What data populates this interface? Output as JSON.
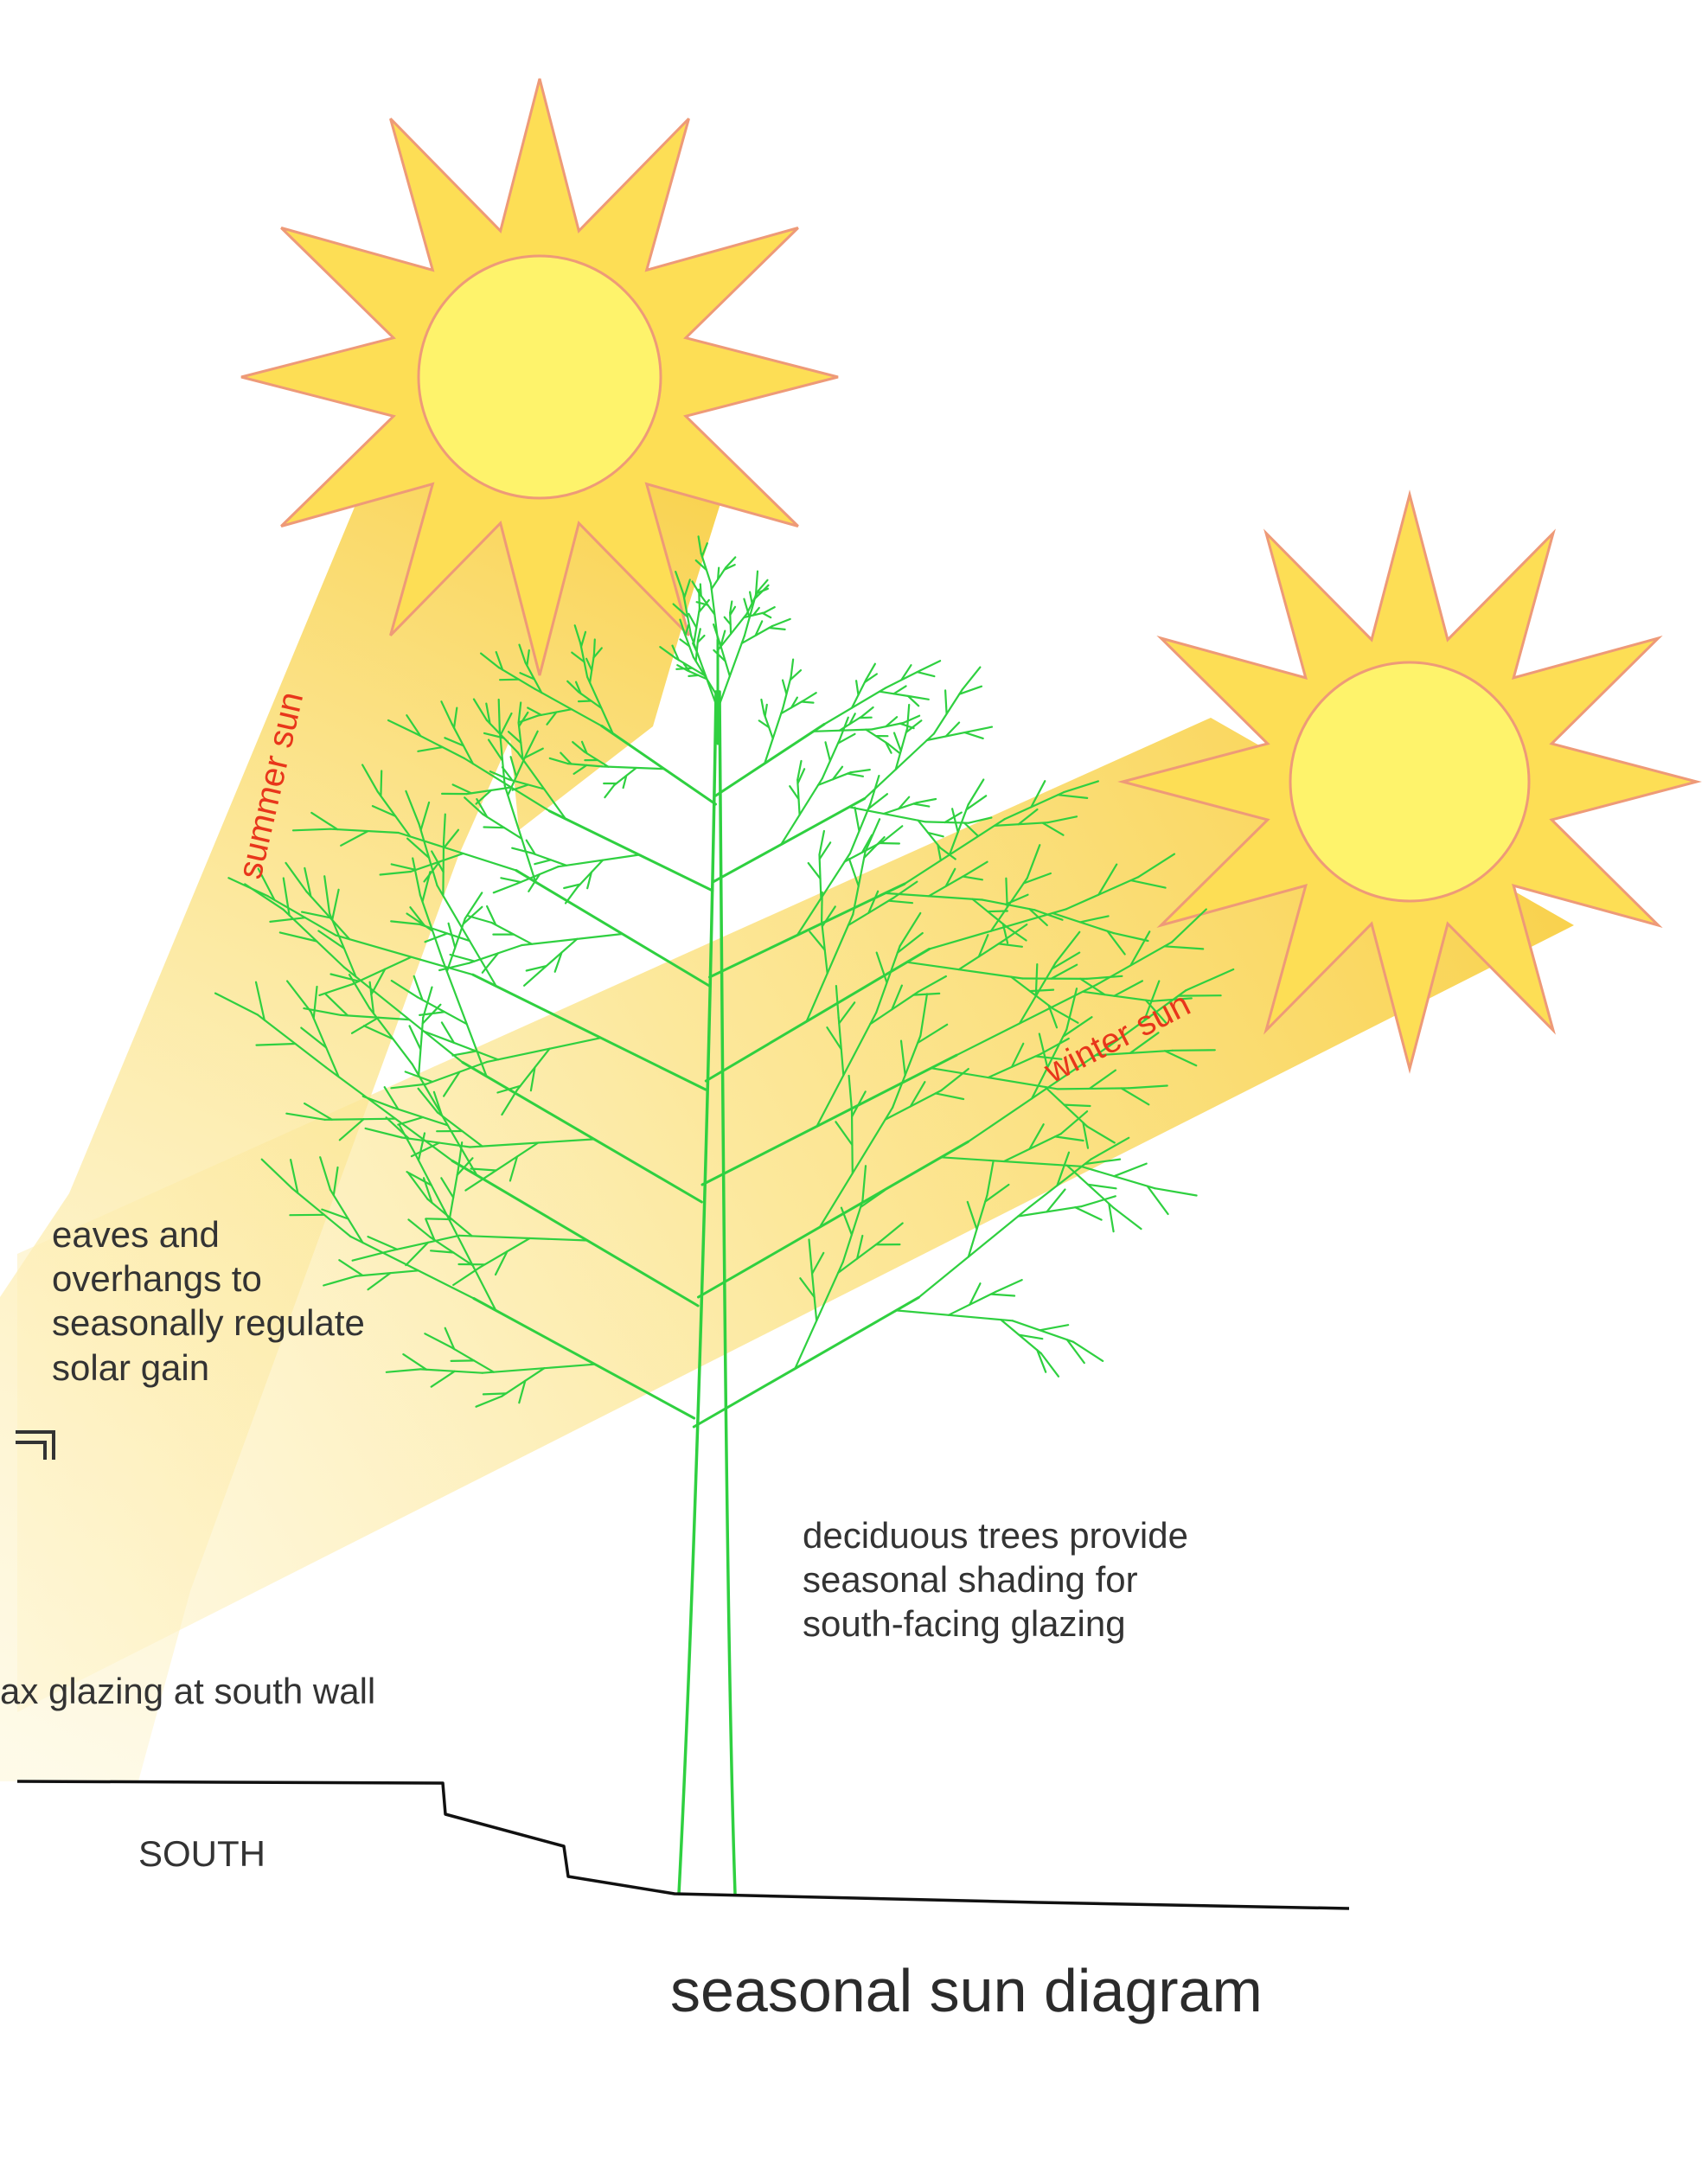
{
  "diagram": {
    "title": "seasonal sun diagram",
    "labels": {
      "summer_sun": "summer sun",
      "winter_sun": "winter sun",
      "eaves_lines": [
        "eaves and",
        "overhangs to",
        "seasonally regulate",
        "solar gain"
      ],
      "glazing": "ax glazing at south wall",
      "trees_lines": [
        "deciduous trees provide",
        "seasonal shading for",
        "south-facing glazing"
      ],
      "south": "SOUTH"
    },
    "colors": {
      "sun_fill": "#fef36b",
      "sun_ray_fill": "#fdde55",
      "sun_outline": "#ee9a78",
      "beam": "#fbd84a",
      "tree": "#2fd040",
      "label_red": "#e8361b",
      "text": "#333333",
      "ground": "#111111"
    },
    "icons": [
      "summer-sun-icon",
      "winter-sun-icon",
      "deciduous-tree-icon"
    ]
  }
}
